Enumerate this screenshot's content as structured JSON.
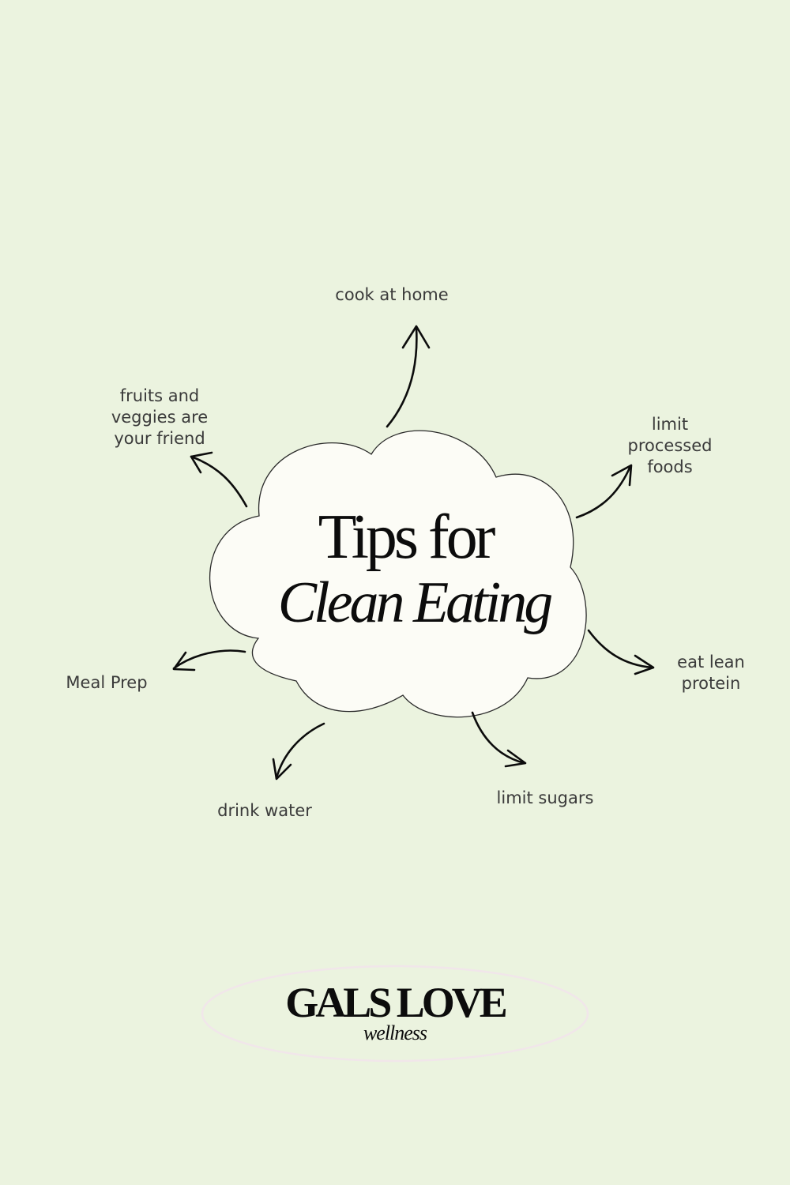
{
  "title": {
    "line1": "Tips for",
    "line2": "Clean Eating"
  },
  "tips": {
    "cook_at_home": "cook at home",
    "fruits_veggies": [
      "fruits and",
      "veggies are",
      "your friend"
    ],
    "limit_processed": [
      "limit",
      "processed",
      "foods"
    ],
    "meal_prep": "Meal Prep",
    "eat_lean_protein": [
      "eat lean",
      "protein"
    ],
    "drink_water": "drink water",
    "limit_sugars": "limit sugars"
  },
  "logo": {
    "brand": "GALS LOVE",
    "tagline": "wellness"
  },
  "colors": {
    "background": "#ebf3df",
    "cloud_fill": "#fcfcf6",
    "ink": "#0c0c0c",
    "tip_text": "#3a3a3a",
    "logo_ring": "#f1e6ea"
  },
  "icons": {
    "cloud": "cloud-shape",
    "arrows": "hand-drawn-curved-arrow"
  }
}
